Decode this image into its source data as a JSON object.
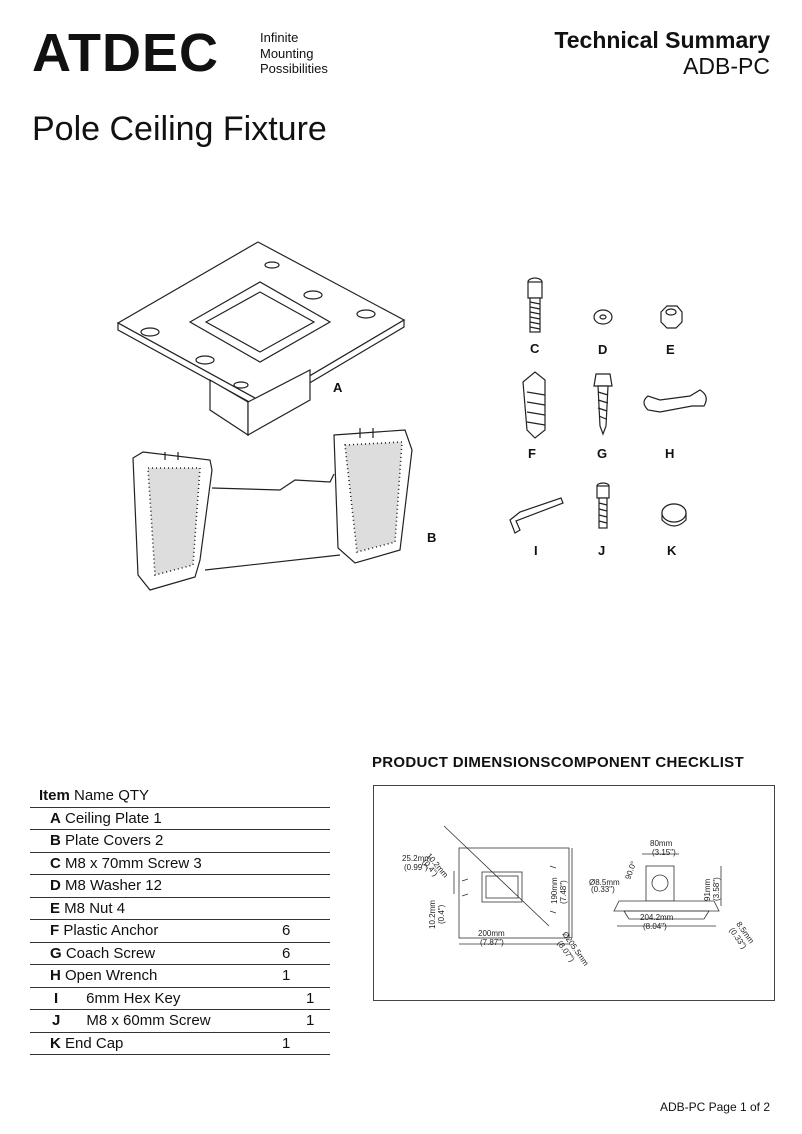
{
  "header": {
    "logo_word": "ATDEC",
    "logo_tagline": [
      "Infinite",
      "Mounting",
      "Possibilities"
    ],
    "title": "Technical Summary",
    "model": "ADB-PC"
  },
  "page_title": "Pole Ceiling Fixture",
  "parts": {
    "labels": [
      "A",
      "B",
      "C",
      "D",
      "E",
      "F",
      "G",
      "H",
      "I",
      "J",
      "K"
    ]
  },
  "sections": {
    "titles": "PRODUCT DIMENSIONSCOMPONENT CHECKLIST"
  },
  "checklist": {
    "header": {
      "item": "Item",
      "rest": " Name QTY"
    },
    "rows": [
      {
        "letter": "A",
        "text": " Ceiling Plate 1",
        "qty": ""
      },
      {
        "letter": "B",
        "text": " Plate Covers 2",
        "qty": ""
      },
      {
        "letter": "C",
        "text": " M8 x 70mm Screw 3",
        "qty": ""
      },
      {
        "letter": "D",
        "text": " M8 Washer 12",
        "qty": ""
      },
      {
        "letter": "E",
        "text": " M8 Nut 4",
        "qty": ""
      },
      {
        "letter": "F",
        "text": " Plastic Anchor",
        "qty": "6"
      },
      {
        "letter": "G",
        "text": " Coach Screw",
        "qty": "6"
      },
      {
        "letter": "H",
        "text": " Open Wrench",
        "qty": "1"
      },
      {
        "letter": "I",
        "text": "6mm Hex Key",
        "qty": "1"
      },
      {
        "letter": "J",
        "text": "M8 x 60mm Screw",
        "qty": "1"
      },
      {
        "letter": "K",
        "text": " End Cap",
        "qty": "1"
      }
    ]
  },
  "dimensions": {
    "d1": "10.2mm",
    "d1i": "(0.4\")",
    "d2": "25.2mm",
    "d2i": "(0.99\")",
    "d3": "10.2mm",
    "d3i": "(0.4\")",
    "d4": "200mm",
    "d4i": "(7.87\")",
    "d5": "190mm",
    "d5i": "(7.48\")",
    "d6": "Ø205.5mm",
    "d6i": "(8.07\")",
    "d7": "80mm",
    "d7i": "(3.15\")",
    "d8": "Ø8.5mm",
    "d8i": "(0.33\")",
    "d9": "90.0°",
    "d10": "91mm",
    "d10i": "(3.58\")",
    "d11": "204.2mm",
    "d11i": "(8.04\")",
    "d12": "8.5mm",
    "d12i": "(0.33\")"
  },
  "footer": "ADB-PC Page 1 of 2"
}
